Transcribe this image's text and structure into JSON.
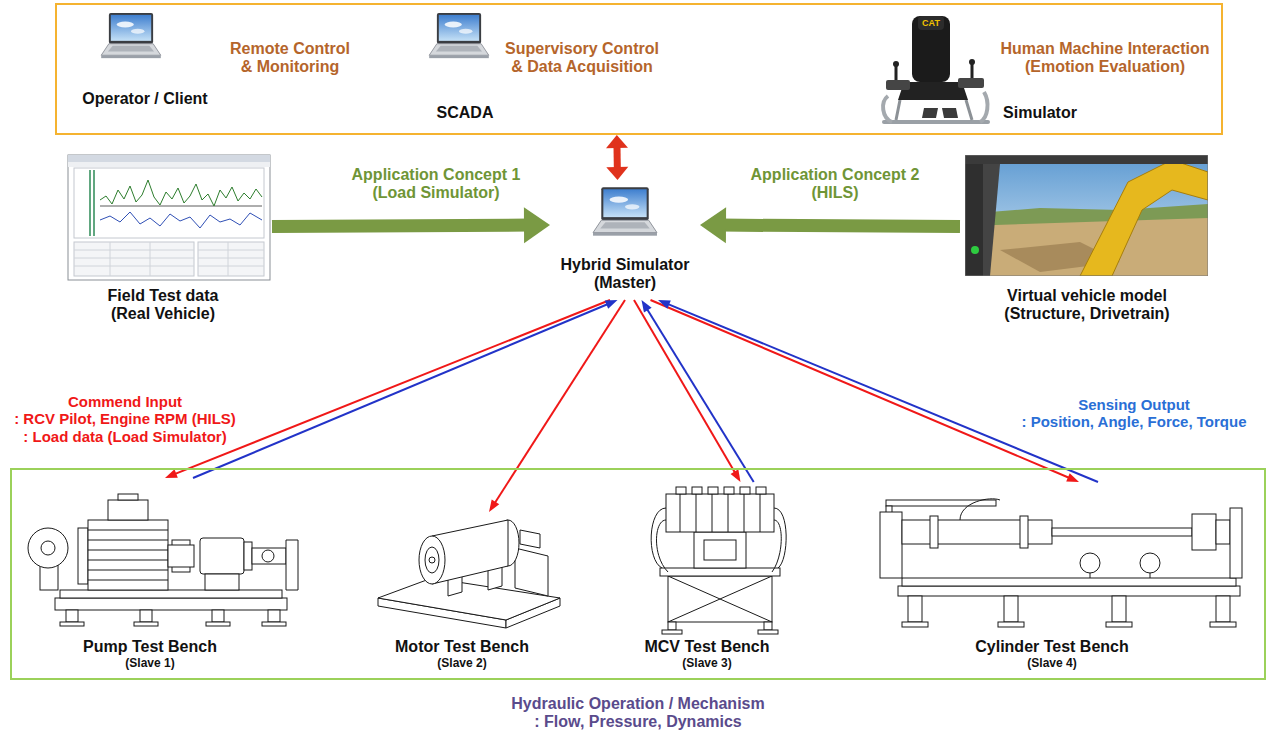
{
  "diagram": {
    "nodes": [
      {
        "text": []
      },
      {
        "text": [
          "Remote Control & Monitoring",
          "Operator / Client"
        ],
        "in": 0
      },
      {
        "text": [
          "Supervisory Control & Data Acquisition",
          "SCADA"
        ],
        "in": 0
      },
      {
        "text": [
          "Human Machine Interaction (Emotion Evaluation)",
          "Simulator"
        ],
        "in": 0
      },
      {
        "text": [
          "Field Test data (Real Vehicle)"
        ]
      },
      {
        "text": [
          "Hybrid Simulator (Master)"
        ]
      },
      {
        "text": [
          "Virtual vehicle model (Structure, Drivetrain)"
        ]
      },
      {
        "text": [
          "Hydraulic Operation / Mechanism : Flow, Pressure, Dynamics"
        ]
      },
      {
        "text": [
          "Pump Test Bench",
          "(Slave 1)"
        ],
        "in": 7
      },
      {
        "text": [
          "Motor Test Bench",
          "(Slave 2)"
        ],
        "in": 7
      },
      {
        "text": [
          "MCV Test Bench",
          "(Slave 3)"
        ],
        "in": 7
      },
      {
        "text": [
          "Cylinder Test Bench",
          "(Slave 4)"
        ],
        "in": 7
      }
    ],
    "edges": [
      {
        "from": 0,
        "to": 5,
        "arrow": "both"
      },
      {
        "from": 4,
        "to": 5,
        "label": "Application Concept 1 (Load Simulator)",
        "arrow": "to"
      },
      {
        "from": 6,
        "to": 5,
        "label": "Application Concept 2 (HILS)",
        "arrow": "to"
      },
      {
        "from": 5,
        "to": 8,
        "arrow": "to"
      },
      {
        "from": 8,
        "to": 5,
        "arrow": "to"
      },
      {
        "from": 5,
        "to": 9,
        "arrow": "to"
      },
      {
        "from": 5,
        "to": 10,
        "arrow": "to"
      },
      {
        "from": 10,
        "to": 5,
        "arrow": "to"
      },
      {
        "from": 5,
        "to": 11,
        "arrow": "to"
      },
      {
        "from": 11,
        "to": 5,
        "arrow": "to"
      }
    ],
    "labels": [
      "Commend Input : RCV Pilot, Engine RPM (HILS) : Load data (Load Simulator)",
      "Sensing Output : Position, Angle, Force, Torque",
      "CAT"
    ]
  }
}
